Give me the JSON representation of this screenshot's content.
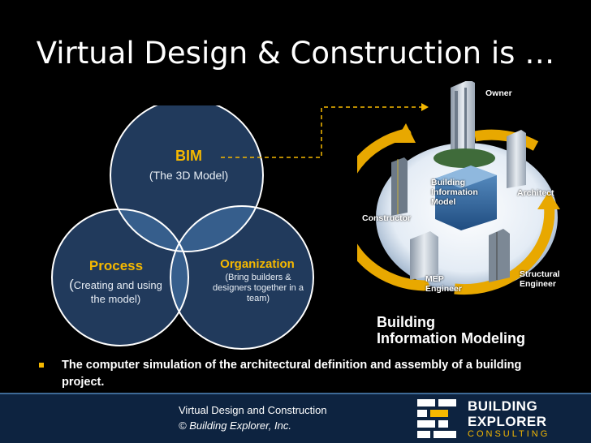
{
  "title": "Virtual Design & Construction is …",
  "venn": {
    "bim": {
      "label": "BIM",
      "sub": "(The 3D Model)"
    },
    "process": {
      "label": "Process",
      "sub_paren": "(",
      "sub": "Creating and using the model)"
    },
    "organization": {
      "label": "Organization",
      "sub": "(Bring builders & designers together in a team)"
    }
  },
  "bim_graphic": {
    "owner": "Owner",
    "architect": "Architect",
    "constructor": "Constructor",
    "structural_engineer": "Structural Engineer",
    "mep_engineer": "MEP Engineer",
    "center": "Building Information Model",
    "caption_line1": "Building",
    "caption_line2": "Information Modeling"
  },
  "bullet": "The computer simulation of the architectural definition and assembly of a building project.",
  "footer": {
    "line1": "Virtual Design and Construction",
    "line2": "© Building Explorer, Inc."
  },
  "logo": {
    "line1": "BUILDING",
    "line2": "EXPLORER",
    "line3": "CONSULTING"
  },
  "colors": {
    "accent": "#f5b800",
    "circle_fill": "#213a5c",
    "overlap_fill": "#365e8c",
    "footer": "#0d2340"
  }
}
